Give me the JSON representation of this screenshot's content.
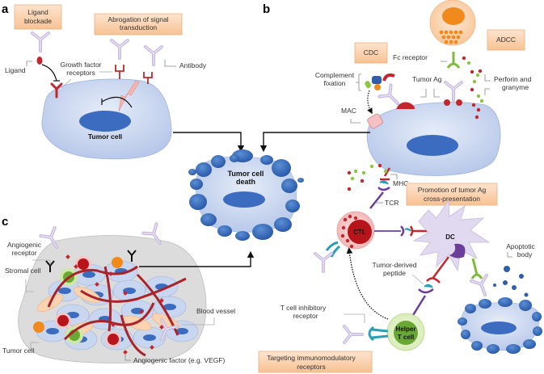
{
  "panels": {
    "a": "a",
    "b": "b",
    "c": "c"
  },
  "colors": {
    "cell_fill": "#c9d6ef",
    "nucleus": "#3b6cc0",
    "box_fill": "#fbd3b0",
    "antibody": "#c7b9de",
    "receptor_red": "#c0282d",
    "green_dot": "#8dc63f",
    "red_dot": "#c1272d",
    "orange_cell": "#f6a45b",
    "ctl_red": "#b7141b",
    "helper_green": "#6aa834",
    "tcr_purple": "#6b3e98",
    "teal": "#2a9eb4"
  },
  "panel_a": {
    "boxes": {
      "ligand_blockade": [
        "Ligand",
        "blockade"
      ],
      "abrogation": [
        "Abrogation of signal",
        "transduction"
      ]
    },
    "labels": {
      "ligand": "Ligand",
      "growth_factor_receptors": [
        "Growth factor",
        "receptors"
      ],
      "antibody": "Antibody",
      "tumor_cell": "Tumor cell"
    }
  },
  "center": {
    "tumor_cell_death": [
      "Tumor cell",
      "death"
    ]
  },
  "panel_b": {
    "boxes": {
      "cdc": "CDC",
      "adcc": "ADCC",
      "promotion": [
        "Promotion of tumor Ag",
        "cross-presentation"
      ],
      "targeting": [
        "Targeting immunomodulatory",
        "receptors"
      ]
    },
    "labels": {
      "complement_fixation": [
        "Complement",
        "fixation"
      ],
      "fc_receptor": "Fc receptor",
      "tumor_ag": "Tumor Ag",
      "perforin": [
        "Perforin and",
        "granyme"
      ],
      "mac": "MAC",
      "mhc": "MHC",
      "tcr": "TCR",
      "ctl": "CTL",
      "dc": "DC",
      "apoptotic_body": [
        "Apoptotic",
        "body"
      ],
      "tumor_derived_peptide": [
        "Tumor-derived",
        "peptide"
      ],
      "t_cell_inhibitory_receptor": [
        "T cell inhibitory",
        "receptor"
      ],
      "helper_t_cell": [
        "Helper",
        "T cell"
      ]
    }
  },
  "panel_c": {
    "labels": {
      "angiogenic_receptor": [
        "Angiogenic",
        "receptor"
      ],
      "stromal_cell": "Stromal cell",
      "blood_vessel": "Blood vessel",
      "tumor_cell": "Tumor cell",
      "angiogenic_factor": "Angiogenic factor (e.g. VEGF)"
    }
  }
}
